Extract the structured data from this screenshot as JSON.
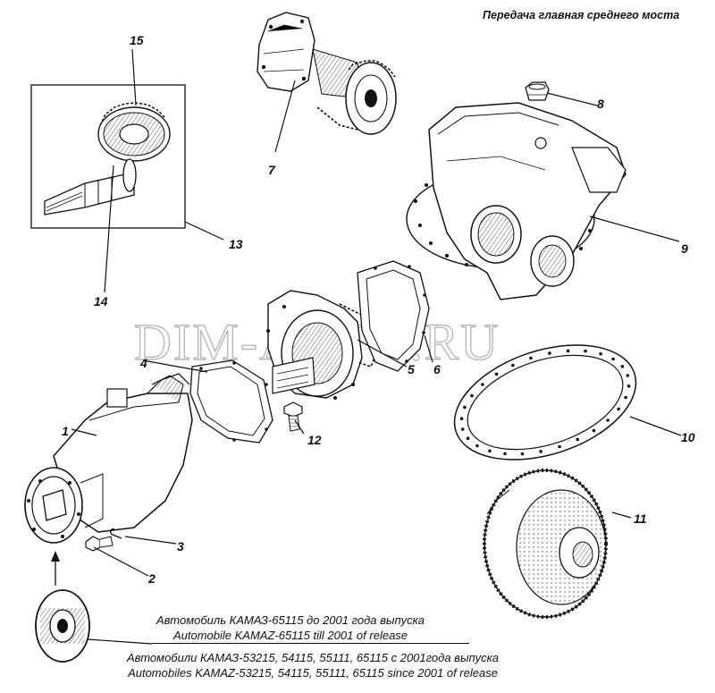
{
  "title": "Передача главная среднего моста",
  "watermark": "DIM-AUTO.RU",
  "callouts": [
    "1",
    "2",
    "3",
    "4",
    "5",
    "6",
    "7",
    "8",
    "9",
    "10",
    "11",
    "12",
    "13",
    "14",
    "15"
  ],
  "captions": {
    "line1_ru": "Автомобиль КАМАЗ-65115 до 2001 года выпуска",
    "line1_en": "Automobile KAMAZ-65115 till 2001 of release",
    "line2_ru": "Автомобили КАМАЗ-53215, 54115, 55111, 65115  с 2001года выпуска",
    "line2_en": "Automobiles KAMAZ-53215, 54115, 55111, 65115 since 2001 of release"
  },
  "colors": {
    "ink": "#111111",
    "watermark": "#b8b8b8",
    "background": "#ffffff"
  }
}
